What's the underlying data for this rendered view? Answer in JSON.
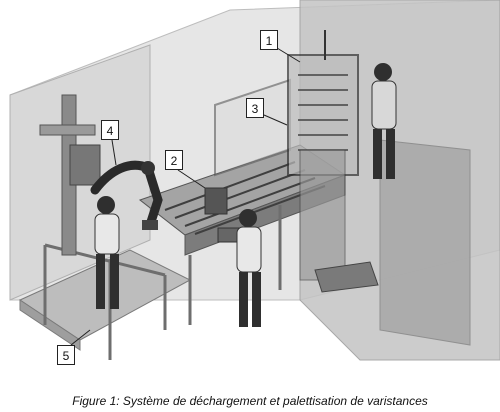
{
  "figure": {
    "caption": "Figure 1: Système de déchargement et palettisation de varistances",
    "callouts": [
      "1",
      "2",
      "3",
      "4",
      "5"
    ]
  },
  "colors": {
    "panel": "#cfcfcf",
    "frame": "#6e6e6e",
    "machine": "#5a5a5a",
    "person": "#2f2f2f"
  }
}
